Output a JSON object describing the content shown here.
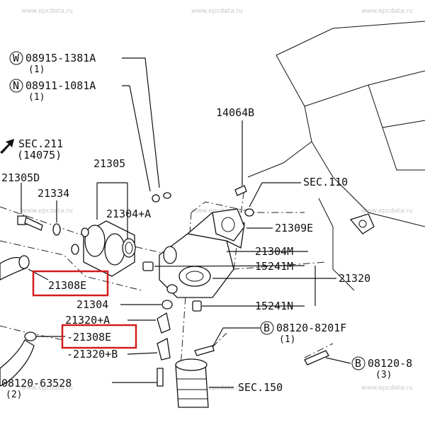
{
  "watermark": "www.epcdata.ru",
  "colors": {
    "highlight": "#d21c1c",
    "line": "#111111"
  },
  "labels": {
    "w_bolt": {
      "badge": "W",
      "code": "08915-1381A",
      "qty": "(1)"
    },
    "n_nut": {
      "badge": "N",
      "code": "08911-1081A",
      "qty": "(1)"
    },
    "sec211": {
      "code": "SEC.211",
      "ref": "(14075)"
    },
    "p21305d": "21305D",
    "p21334": "21334",
    "p21305": "21305",
    "p21304a": "21304+A",
    "p14064b": "14064B",
    "sec110": "SEC.110",
    "p21309e": "21309E",
    "p21304m": "21304M",
    "p15241m": "15241M",
    "p21320": "21320",
    "p21308e_1": "21308E",
    "p21304": "21304",
    "p15241n": "15241N",
    "p21320a": "21320+A",
    "p21308e_2": "-21308E",
    "p21320b": "-21320+B",
    "b_bolt1": {
      "badge": "B",
      "code": "08120-8201F",
      "qty": "(1)"
    },
    "b_bolt2": {
      "badge": "B",
      "code": "08120-8",
      "qty": "(3)"
    },
    "p08120_63528": {
      "code": "08120-63528",
      "qty": "(2)"
    },
    "sec150": "SEC.150"
  }
}
